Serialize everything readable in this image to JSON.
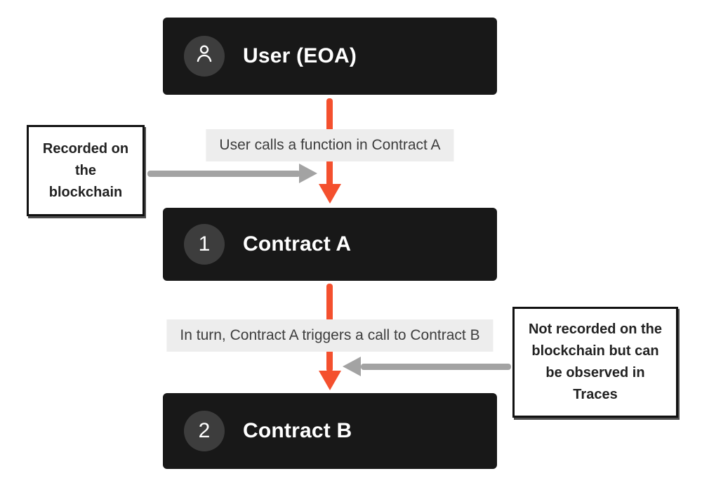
{
  "colors": {
    "node_bg": "#181818",
    "badge_bg": "#3d3d3d",
    "arrow_orange": "#f4502e",
    "arrow_gray": "#a3a3a3",
    "band_bg": "#ededed",
    "band_text": "#3d3d3d",
    "note_border": "#111111"
  },
  "nodes": [
    {
      "id": "user",
      "badge_icon": "user-icon",
      "label": "User (EOA)"
    },
    {
      "id": "contract-a",
      "badge": "1",
      "label": "Contract A"
    },
    {
      "id": "contract-b",
      "badge": "2",
      "label": "Contract B"
    }
  ],
  "edges": [
    {
      "label": "User calls a function in Contract A"
    },
    {
      "label": "In turn, Contract A triggers a call to Contract B"
    }
  ],
  "annotations": [
    {
      "text": "Recorded on the blockchain"
    },
    {
      "text": "Not recorded on the blockchain but can be observed in Traces"
    }
  ]
}
